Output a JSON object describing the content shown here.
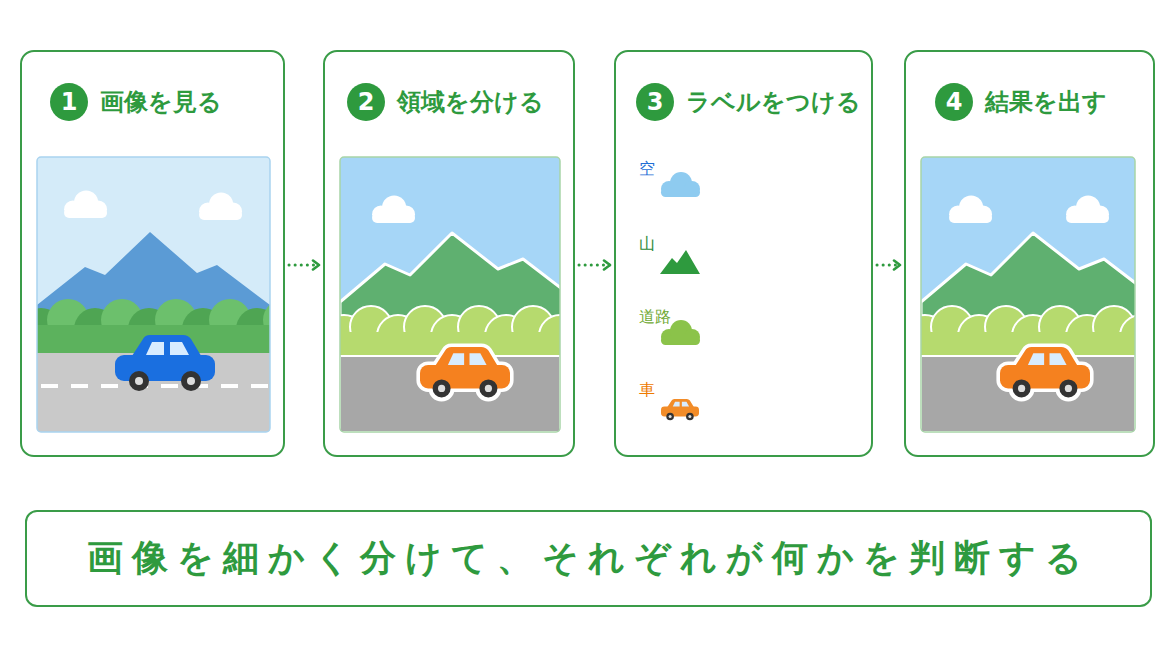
{
  "diagram": {
    "nodes": [
      {
        "text": [
          "1",
          "画像を見る"
        ]
      },
      {
        "text": [
          "2",
          "領域を分ける"
        ]
      },
      {
        "text": [
          "3",
          "ラベルをつける"
        ]
      },
      {
        "text": [
          "空"
        ],
        "in": 2
      },
      {
        "text": [
          "山"
        ],
        "in": 2
      },
      {
        "text": [
          "道路"
        ],
        "in": 2
      },
      {
        "text": [
          "車"
        ],
        "in": 2
      },
      {
        "text": [
          "4",
          "結果を出す"
        ]
      },
      {
        "text": [
          "画像を細かく分けて、それぞれが何かを判断する"
        ]
      }
    ],
    "edges": [
      {
        "from": 0,
        "to": 1,
        "arrow": "to"
      },
      {
        "from": 1,
        "to": 2,
        "arrow": "to"
      },
      {
        "from": 2,
        "to": 7,
        "arrow": "to"
      }
    ]
  }
}
